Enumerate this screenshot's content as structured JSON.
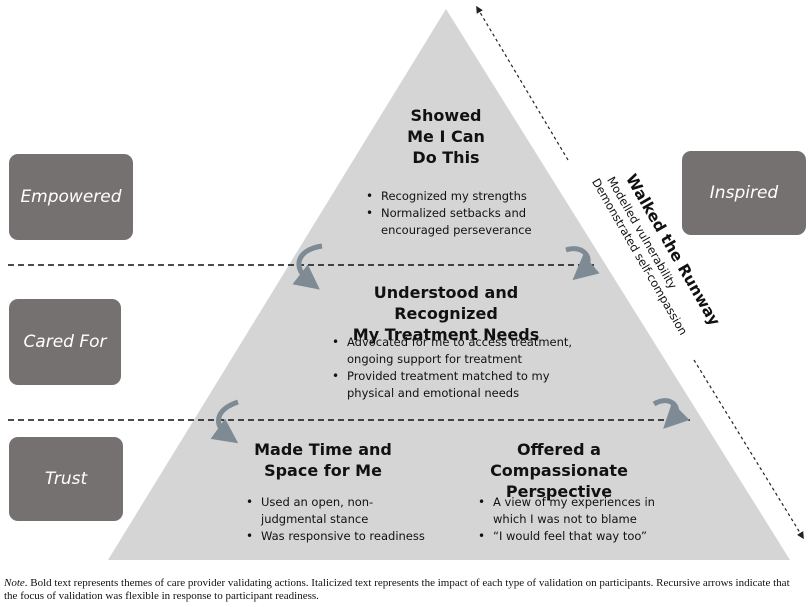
{
  "colors": {
    "triangle": "#d5d5d5",
    "side_box": "#757170",
    "dashed_line": "#111111",
    "curl_arrow": "#7e8a94"
  },
  "levels": {
    "top": {
      "impact": "Empowered",
      "title": [
        "Showed",
        "Me I Can",
        "Do This"
      ],
      "bullets": [
        "Recognized my strengths",
        "Normalized setbacks and",
        "encouraged perseverance"
      ]
    },
    "middle": {
      "impact": "Cared For",
      "title": [
        "Understood and Recognized",
        "My Treatment Needs"
      ],
      "bullets": [
        "Advocated for me to access treatment,",
        "ongoing support for treatment",
        "Provided treatment matched to my",
        "physical and emotional needs"
      ]
    },
    "bottom": {
      "impact": "Trust",
      "left": {
        "title": [
          "Made Time and",
          "Space for Me"
        ],
        "bullets": [
          "Used an open, non-",
          "judgmental stance",
          "Was responsive to readiness"
        ]
      },
      "right": {
        "title": [
          "Offered a Compassionate",
          "Perspective"
        ],
        "bullets": [
          "A view of my experiences in",
          "which I was not to blame",
          "“I would feel that way too”"
        ]
      }
    }
  },
  "right_side": {
    "impact": "Inspired",
    "theme": "Walked the Runway",
    "items": [
      "Modelled vulnerability",
      "Demonstrated self-compassion"
    ]
  },
  "note": {
    "label": "Note",
    "text": ". Bold text represents themes of care provider validating actions. Italicized text represents the impact of each type of validation on participants. Recursive arrows indicate that the focus of validation was flexible in response to participant readiness."
  }
}
